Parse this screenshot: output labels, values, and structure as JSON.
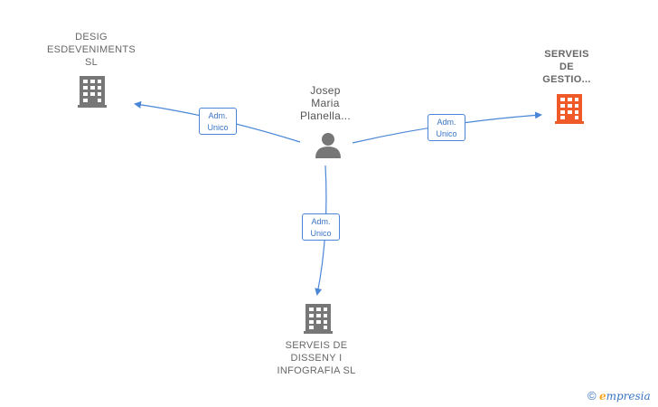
{
  "colors": {
    "edge": "#4a86d8",
    "building_default": "#777777",
    "building_highlight": "#f05a28",
    "person": "#777777"
  },
  "center_person": {
    "name_lines": [
      "Josep",
      "Maria",
      "Planella..."
    ],
    "icon": "person-icon"
  },
  "companies": {
    "top_left": {
      "name_lines": [
        "DESIG",
        "ESDEVENIMENTS",
        "SL"
      ],
      "icon": "building-icon"
    },
    "top_right": {
      "name_lines": [
        "SERVEIS",
        "DE",
        "GESTIO..."
      ],
      "icon": "building-icon",
      "highlighted": true
    },
    "bottom": {
      "name_lines": [
        "SERVEIS DE",
        "DISSENY I",
        "INFOGRAFIA SL"
      ],
      "icon": "building-icon"
    }
  },
  "edges": {
    "to_top_left": {
      "line1": "Adm.",
      "line2": "Unico"
    },
    "to_top_right": {
      "line1": "Adm.",
      "line2": "Unico"
    },
    "to_bottom": {
      "line1": "Adm.",
      "line2": "Unico"
    }
  },
  "watermark": {
    "copyright": "©",
    "brand_initial": "e",
    "brand_rest": "mpresia"
  }
}
